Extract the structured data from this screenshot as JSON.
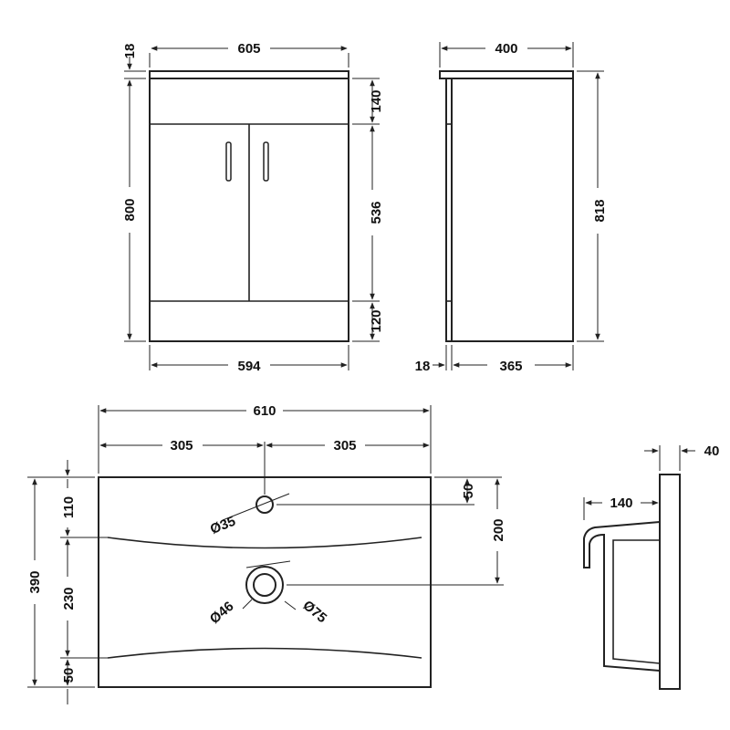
{
  "front_view": {
    "top_thickness": "18",
    "top_width": "605",
    "height": "800",
    "drawer_height": "140",
    "door_height": "536",
    "plinth_height": "120",
    "carcass_width": "594"
  },
  "side_view": {
    "depth": "400",
    "total_height": "818",
    "door_thickness": "18",
    "carcass_depth": "365"
  },
  "basin_plan": {
    "overall_width": "610",
    "half_left": "305",
    "half_right": "305",
    "overall_depth": "390",
    "tap_offset": "110",
    "bowl_depth": "230",
    "front_lip": "50",
    "tap_edge": "50",
    "waste_offset": "200",
    "tap_hole": "Ø35",
    "waste_inner": "Ø46",
    "waste_outer": "Ø75"
  },
  "basin_section": {
    "rim_thickness": "40",
    "bowl_depth": "140"
  }
}
